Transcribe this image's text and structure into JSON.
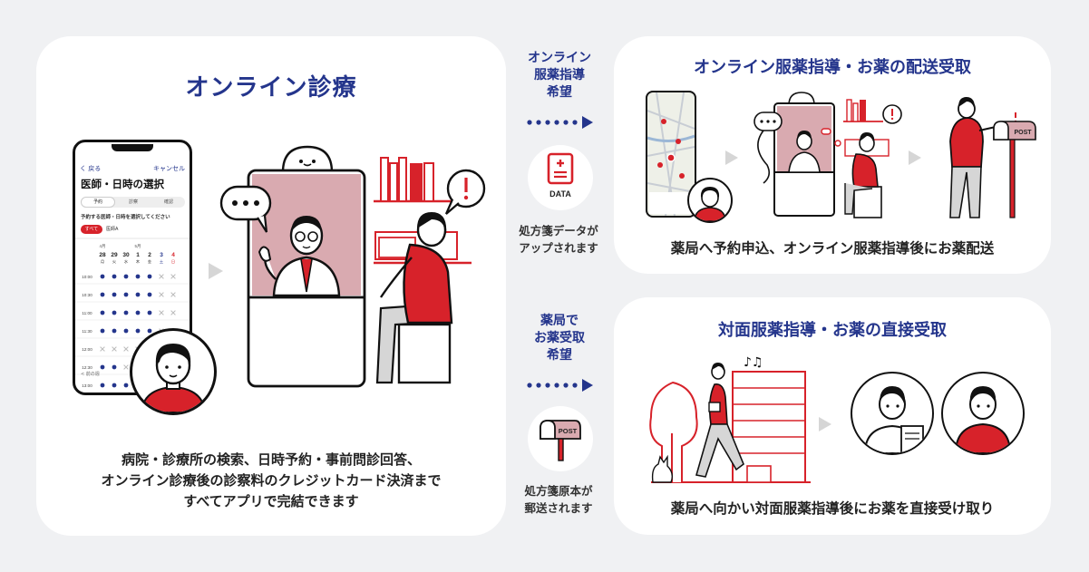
{
  "colors": {
    "navy": "#24358c",
    "red": "#d7222a",
    "pink": "#d9aab0",
    "bg": "#f0f1f3",
    "panel": "#ffffff"
  },
  "left": {
    "title": "オンライン診療",
    "phone": {
      "back": "く 戻る",
      "cancel": "キャンセル",
      "heading": "医師・日時の選択",
      "tabs": [
        "予約",
        "診察",
        "確認"
      ],
      "prompt": "予約する医師・日時を選択してください",
      "chip_all": "すべて",
      "chip_doc": "医師A",
      "months": [
        "4月",
        "5月"
      ],
      "days": [
        {
          "d": "28",
          "w": "月"
        },
        {
          "d": "29",
          "w": "火"
        },
        {
          "d": "30",
          "w": "水"
        },
        {
          "d": "1",
          "w": "木"
        },
        {
          "d": "2",
          "w": "金"
        },
        {
          "d": "3",
          "w": "土"
        },
        {
          "d": "4",
          "w": "日"
        }
      ],
      "times": [
        "10:00",
        "10:30",
        "11:00",
        "11:30",
        "12:00",
        "12:30",
        "13:00"
      ],
      "prev": "< 前の週"
    },
    "description": [
      "病院・診療所の検索、日時予約・事前問診回答、",
      "オンライン診療後の診察料のクレジットカード決済まで",
      "すべてアプリで完結できます"
    ]
  },
  "middle": {
    "top_label": [
      "オンライン",
      "服薬指導",
      "希望"
    ],
    "data_icon_label": "DATA",
    "top_note": [
      "処方箋データが",
      "アップされます"
    ],
    "bottom_label": [
      "薬局で",
      "お薬受取",
      "希望"
    ],
    "post_icon_label": "POST",
    "bottom_note": [
      "処方箋原本が",
      "郵送されます"
    ]
  },
  "right_top": {
    "title": "オンライン服薬指導・お薬の配送受取",
    "caption": "薬局へ予約申込、オンライン服薬指導後にお薬配送",
    "post_label": "POST"
  },
  "right_bottom": {
    "title": "対面服薬指導・お薬の直接受取",
    "caption": "薬局へ向かい対面服薬指導後にお薬を直接受け取り"
  }
}
